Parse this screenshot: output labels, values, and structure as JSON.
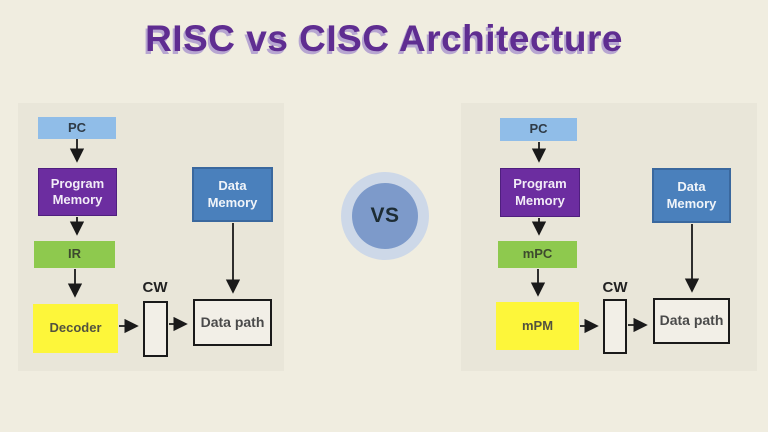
{
  "title": "RISC vs CISC Architecture",
  "vs_label": "VS",
  "colors": {
    "page_background": "#f0ede0",
    "panel_background": "#e9e6d9",
    "title_purple": "#5f2d91",
    "title_shadow": "#b7a6d1",
    "pc_blue": "#90bde8",
    "program_memory_purple": "#6c2da0",
    "register_green": "#8ec94e",
    "decoder_yellow": "#fdf63a",
    "data_memory_blue": "#4a80bc",
    "white_box": "#f2efe7",
    "vs_outer_ring": "#cdd8e8",
    "vs_inner_circle": "#7d9aca",
    "arrow_black": "#1a1a1a"
  },
  "risc": {
    "pc": "PC",
    "program_memory": "Program Memory",
    "instruction_register": "IR",
    "decoder": "Decoder",
    "control_word": "CW",
    "data_path": "Data path",
    "data_memory": "Data Memory"
  },
  "cisc": {
    "pc": "PC",
    "program_memory": "Program Memory",
    "micro_pc": "mPC",
    "micro_program_memory": "mPM",
    "control_word": "CW",
    "data_path": "Data path",
    "data_memory": "Data Memory"
  }
}
